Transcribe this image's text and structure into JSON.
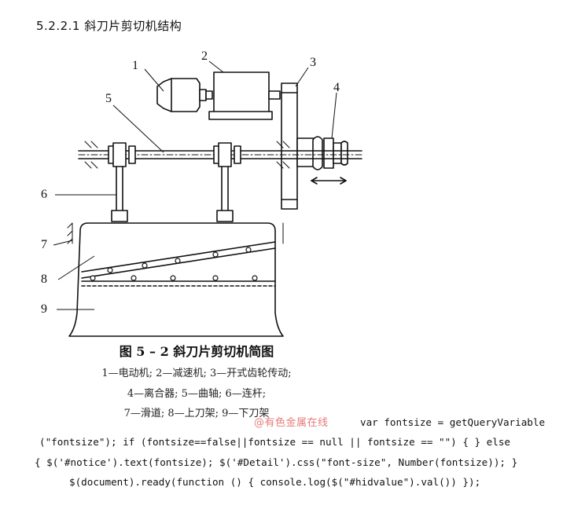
{
  "heading": "5.2.2.1 斜刀片剪切机结构",
  "figure": {
    "part_labels": [
      "1",
      "2",
      "3",
      "4",
      "5",
      "6",
      "7",
      "8",
      "9"
    ],
    "caption": "图 5 – 2  斜刀片剪切机简图",
    "legend": [
      "1—电动机; 2—减速机; 3—开式齿轮传动;",
      "4—离合器; 5—曲轴; 6—连杆;",
      "7—滑道; 8—上刀架; 9—下刀架"
    ]
  },
  "watermark": "@有色金属在线",
  "code_lines": [
    "var fontsize = getQueryVariable",
    "(\"fontsize\"); if (fontsize==false||fontsize == null || fontsize == \"\") { } else",
    "{ $('#notice').text(fontsize); $('#Detail').css(\"font-size\", Number(fontsize)); }",
    "$(document).ready(function () { console.log($(\"#hidvalue\").val()) });"
  ]
}
